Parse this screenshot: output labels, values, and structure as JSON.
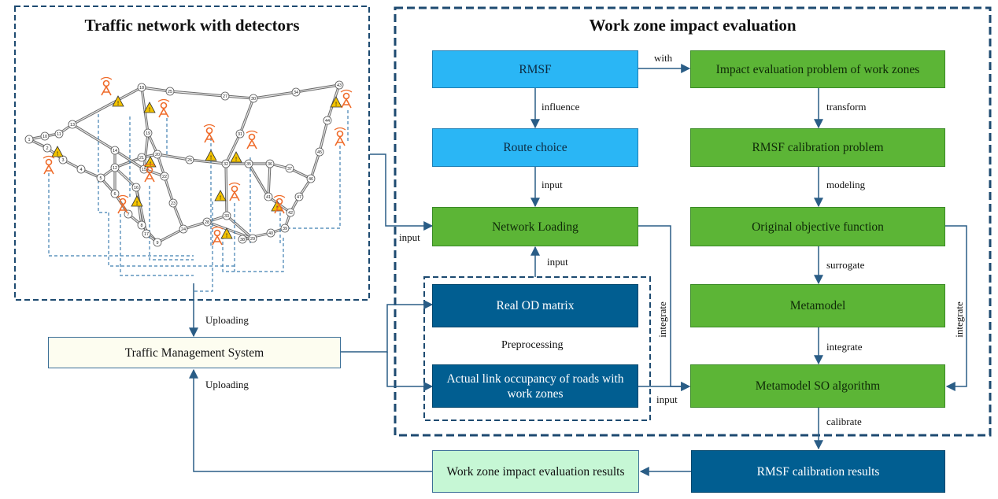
{
  "titles": {
    "network": "Traffic network with detectors",
    "evaluation": "Work zone impact evaluation"
  },
  "boxes": {
    "rmsf": "RMSF",
    "impact_problem": "Impact evaluation problem of work zones",
    "route_choice": "Route choice",
    "calibration_problem": "RMSF calibration problem",
    "network_loading": "Network Loading",
    "objective": "Original objective function",
    "od_matrix": "Real OD matrix",
    "metamodel": "Metamodel",
    "link_occupancy": "Actual link occupancy of roads with work zones",
    "so_algorithm": "Metamodel SO algorithm",
    "tms": "Traffic Management System",
    "results_eval": "Work zone impact evaluation results",
    "results_calib": "RMSF calibration results"
  },
  "labels": {
    "with": "with",
    "influence": "influence",
    "transform": "transform",
    "input_route": "input",
    "modeling": "modeling",
    "input_left": "input",
    "input_od": "input",
    "surrogate": "surrogate",
    "preprocessing": "Preprocessing",
    "integrate_meta": "integrate",
    "integrate_left": "integrate",
    "integrate_right": "integrate",
    "input_so": "input",
    "calibrate": "calibrate",
    "uploading_top": "Uploading",
    "uploading_bottom": "Uploading"
  },
  "network": {
    "nodes": [
      {
        "id": "1"
      },
      {
        "id": "2"
      },
      {
        "id": "3"
      },
      {
        "id": "4"
      },
      {
        "id": "5"
      },
      {
        "id": "6"
      },
      {
        "id": "7"
      },
      {
        "id": "8"
      },
      {
        "id": "9"
      },
      {
        "id": "10"
      },
      {
        "id": "11"
      },
      {
        "id": "12"
      },
      {
        "id": "13"
      },
      {
        "id": "14"
      },
      {
        "id": "15"
      },
      {
        "id": "16"
      },
      {
        "id": "17"
      },
      {
        "id": "18"
      },
      {
        "id": "19"
      },
      {
        "id": "20"
      },
      {
        "id": "21"
      },
      {
        "id": "22"
      },
      {
        "id": "23"
      },
      {
        "id": "24"
      },
      {
        "id": "25"
      },
      {
        "id": "26"
      },
      {
        "id": "27"
      },
      {
        "id": "28"
      },
      {
        "id": "29"
      },
      {
        "id": "30"
      },
      {
        "id": "31"
      },
      {
        "id": "32"
      },
      {
        "id": "33"
      },
      {
        "id": "34"
      },
      {
        "id": "35"
      },
      {
        "id": "36"
      },
      {
        "id": "37"
      },
      {
        "id": "38"
      },
      {
        "id": "39"
      },
      {
        "id": "40"
      },
      {
        "id": "41"
      },
      {
        "id": "42"
      },
      {
        "id": "43"
      },
      {
        "id": "44"
      },
      {
        "id": "45"
      },
      {
        "id": "46"
      },
      {
        "id": "47"
      }
    ]
  },
  "colors": {
    "lightblue": "#2ab6f5",
    "green": "#5cb536",
    "dark": "#015e91",
    "arrow": "#2a5d86",
    "detector": "#ef6b2a",
    "warning": "#f2c200"
  }
}
